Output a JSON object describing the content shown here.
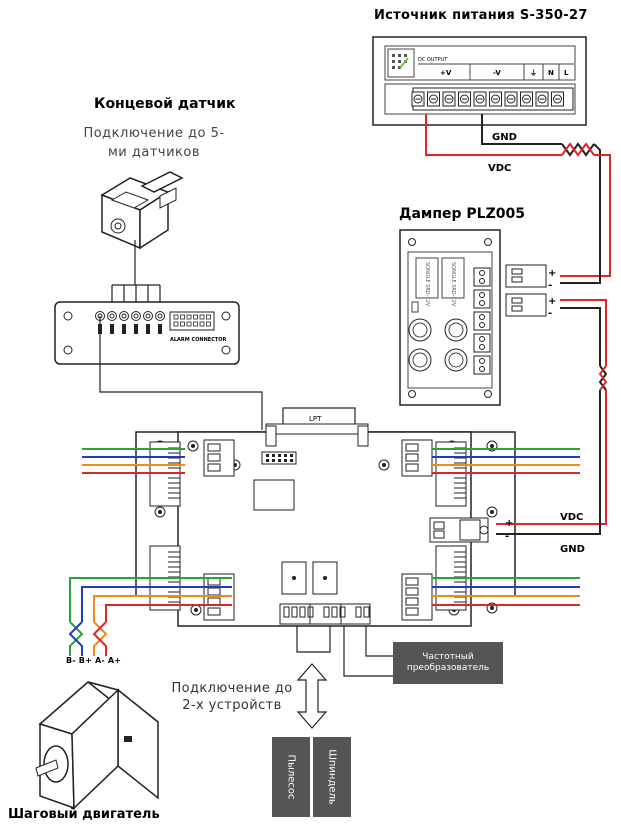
{
  "labels": {
    "psu_title": "Источник питания S-350-27",
    "psu_dc_output": "DC OUTPUT",
    "psu_terminals": [
      "+V",
      "-V",
      "⏚",
      "N",
      "L"
    ],
    "limit_switch_title": "Концевой датчик",
    "limit_switch_subtitle": "Подключение до 5-ми датчиков",
    "damper_title": "Дампер PLZ005",
    "alarm_connector": "ALARM CONNECTOR",
    "lpt": "LPT",
    "gnd_top": "GND",
    "vdc_top": "VDC",
    "vdc_right": "VDC",
    "gnd_right": "GND",
    "plus": "+",
    "minus": "-",
    "coil_labels": "B- B+ A- A+",
    "connect_devices": "Подключение до 2-х устройств",
    "vfd": "Частотный преобразователь",
    "vacuum": "Пылесос",
    "spindle": "Шпиндель",
    "motor_title": "Шаговый двигатель"
  },
  "colors": {
    "red_wire": "#e0252a",
    "black_wire": "#222222",
    "green_wire": "#2aa33a",
    "blue_wire": "#2238c8",
    "orange_wire": "#f08a1a",
    "label_box": "#555555"
  }
}
